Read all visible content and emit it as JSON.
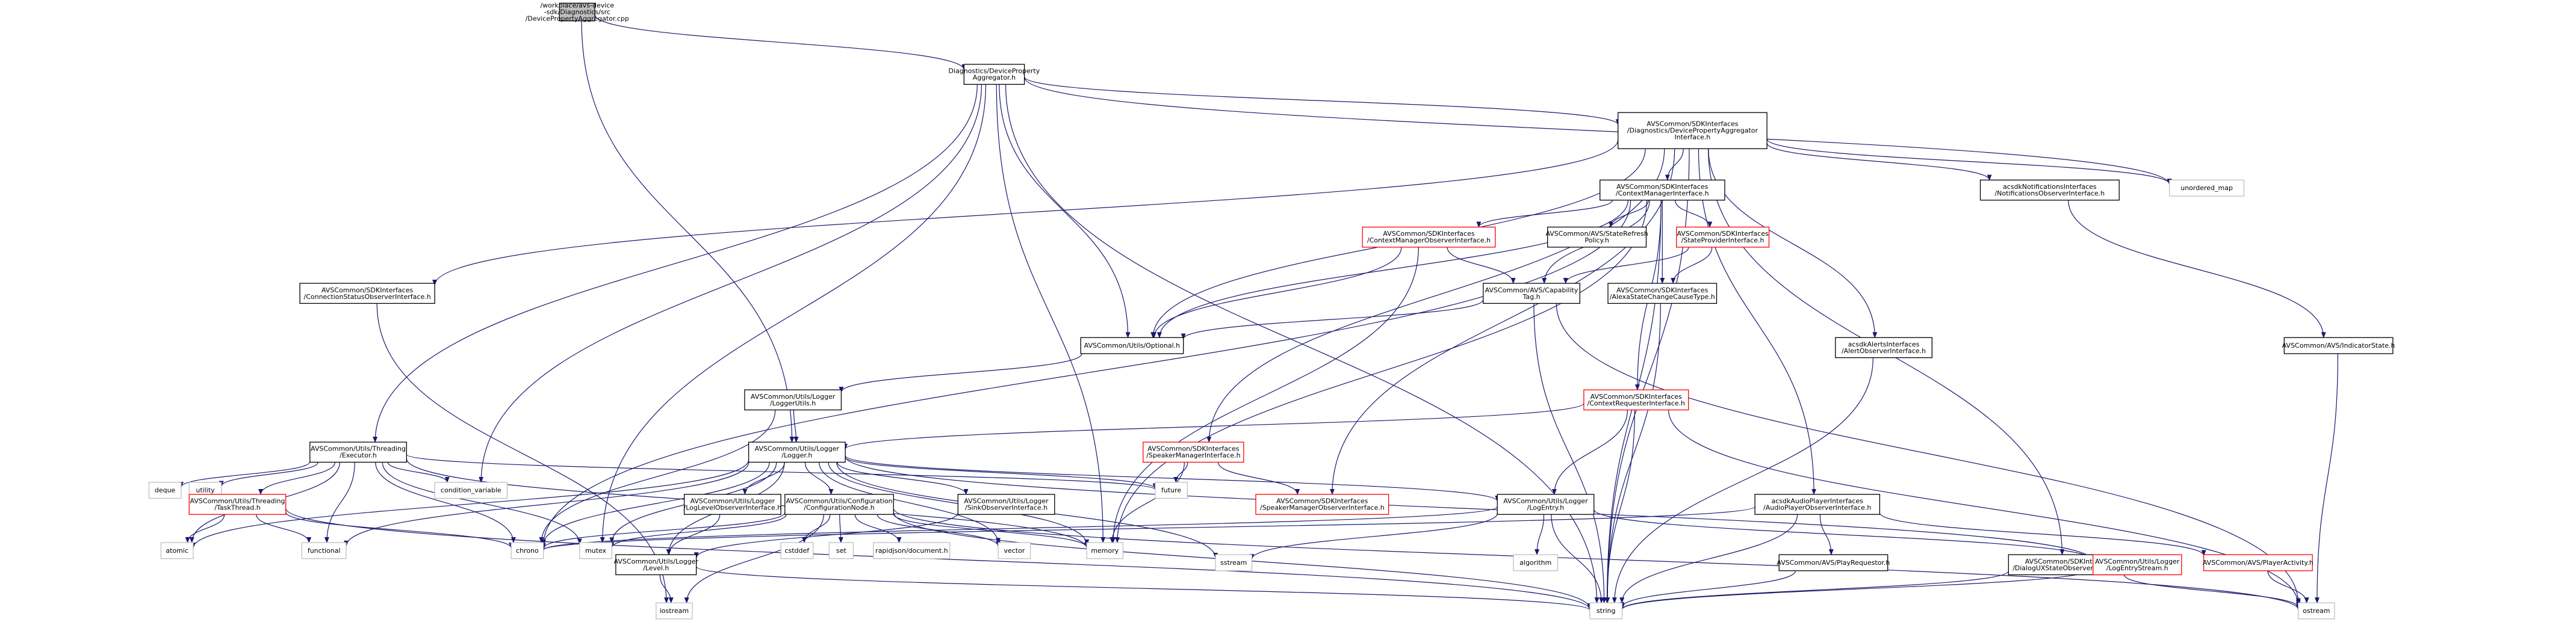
{
  "graph": {
    "colors": {
      "edge": "#191970",
      "border_default": "#000000",
      "border_red": "#ff0000",
      "border_gray": "#bfbfbf",
      "fill_root": "#bfbfbf",
      "fill_default": "#ffffff"
    },
    "nodes": [
      {
        "id": "root",
        "lines": [
          "/workplace/avs-device",
          "-sdk/Diagnostics/src",
          "/DevicePropertyAggregator.cpp"
        ],
        "style": "root"
      },
      {
        "id": "dpa",
        "lines": [
          "Diagnostics/DeviceProperty",
          "Aggregator.h"
        ],
        "style": "default"
      },
      {
        "id": "dpai",
        "lines": [
          "AVSCommon/SDKInterfaces",
          "/Diagnostics/DevicePropertyAggregator",
          "Interface.h"
        ],
        "style": "default"
      },
      {
        "id": "unordered_map",
        "lines": [
          "unordered_map"
        ],
        "style": "gray"
      },
      {
        "id": "cmi",
        "lines": [
          "AVSCommon/SDKInterfaces",
          "/ContextManagerInterface.h"
        ],
        "style": "default"
      },
      {
        "id": "noi",
        "lines": [
          "acsdkNotificationsInterfaces",
          "/NotificationsObserverInterface.h"
        ],
        "style": "default"
      },
      {
        "id": "csoi",
        "lines": [
          "AVSCommon/SDKInterfaces",
          "/ConnectionStatusObserverInterface.h"
        ],
        "style": "default"
      },
      {
        "id": "cmoi",
        "lines": [
          "AVSCommon/SDKInterfaces",
          "/ContextManagerObserverInterface.h"
        ],
        "style": "red"
      },
      {
        "id": "srp",
        "lines": [
          "AVSCommon/AVS/StateRefresh",
          "Policy.h"
        ],
        "style": "default"
      },
      {
        "id": "spi",
        "lines": [
          "AVSCommon/SDKInterfaces",
          "/StateProviderInterface.h"
        ],
        "style": "red"
      },
      {
        "id": "capTag",
        "lines": [
          "AVSCommon/AVS/Capability",
          "Tag.h"
        ],
        "style": "default"
      },
      {
        "id": "ascct",
        "lines": [
          "AVSCommon/SDKInterfaces",
          "/AlexaStateChangeCauseType.h"
        ],
        "style": "default"
      },
      {
        "id": "optional",
        "lines": [
          "AVSCommon/Utils/Optional.h"
        ],
        "style": "default"
      },
      {
        "id": "aoi",
        "lines": [
          "acsdkAlertsInterfaces",
          "/AlertObserverInterface.h"
        ],
        "style": "default"
      },
      {
        "id": "indicator",
        "lines": [
          "AVSCommon/AVS/IndicatorState.h"
        ],
        "style": "default"
      },
      {
        "id": "loggerUtils",
        "lines": [
          "AVSCommon/Utils/Logger",
          "/LoggerUtils.h"
        ],
        "style": "default"
      },
      {
        "id": "cri",
        "lines": [
          "AVSCommon/SDKInterfaces",
          "/ContextRequesterInterface.h"
        ],
        "style": "red"
      },
      {
        "id": "executor",
        "lines": [
          "AVSCommon/Utils/Threading",
          "/Executor.h"
        ],
        "style": "default"
      },
      {
        "id": "logger",
        "lines": [
          "AVSCommon/Utils/Logger",
          "/Logger.h"
        ],
        "style": "default"
      },
      {
        "id": "smi",
        "lines": [
          "AVSCommon/SDKInterfaces",
          "/SpeakerManagerInterface.h"
        ],
        "style": "red"
      },
      {
        "id": "deque",
        "lines": [
          "deque"
        ],
        "style": "gray"
      },
      {
        "id": "utility",
        "lines": [
          "utility"
        ],
        "style": "gray"
      },
      {
        "id": "condvar",
        "lines": [
          "condition_variable"
        ],
        "style": "gray"
      },
      {
        "id": "future",
        "lines": [
          "future"
        ],
        "style": "gray"
      },
      {
        "id": "taskThread",
        "lines": [
          "AVSCommon/Utils/Threading",
          "/TaskThread.h"
        ],
        "style": "red"
      },
      {
        "id": "lloi",
        "lines": [
          "AVSCommon/Utils/Logger",
          "/LogLevelObserverInterface.h"
        ],
        "style": "default"
      },
      {
        "id": "confNode",
        "lines": [
          "AVSCommon/Utils/Configuration",
          "/ConfigurationNode.h"
        ],
        "style": "default"
      },
      {
        "id": "sinkObs",
        "lines": [
          "AVSCommon/Utils/Logger",
          "/SinkObserverInterface.h"
        ],
        "style": "default"
      },
      {
        "id": "smoi",
        "lines": [
          "AVSCommon/SDKInterfaces",
          "/SpeakerManagerObserverInterface.h"
        ],
        "style": "red"
      },
      {
        "id": "logEntry",
        "lines": [
          "AVSCommon/Utils/Logger",
          "/LogEntry.h"
        ],
        "style": "default"
      },
      {
        "id": "apoi",
        "lines": [
          "acsdkAudioPlayerInterfaces",
          "/AudioPlayerObserverInterface.h"
        ],
        "style": "default"
      },
      {
        "id": "atomic",
        "lines": [
          "atomic"
        ],
        "style": "gray"
      },
      {
        "id": "functional",
        "lines": [
          "functional"
        ],
        "style": "gray"
      },
      {
        "id": "chrono",
        "lines": [
          "chrono"
        ],
        "style": "gray"
      },
      {
        "id": "mutex",
        "lines": [
          "mutex"
        ],
        "style": "gray"
      },
      {
        "id": "level",
        "lines": [
          "AVSCommon/Utils/Logger",
          "/Level.h"
        ],
        "style": "default"
      },
      {
        "id": "cstddef",
        "lines": [
          "cstddef"
        ],
        "style": "gray"
      },
      {
        "id": "set",
        "lines": [
          "set"
        ],
        "style": "gray"
      },
      {
        "id": "rapidjson",
        "lines": [
          "rapidjson/document.h"
        ],
        "style": "gray"
      },
      {
        "id": "vector",
        "lines": [
          "vector"
        ],
        "style": "gray"
      },
      {
        "id": "memory",
        "lines": [
          "memory"
        ],
        "style": "gray"
      },
      {
        "id": "sstream",
        "lines": [
          "sstream"
        ],
        "style": "gray"
      },
      {
        "id": "algorithm",
        "lines": [
          "algorithm"
        ],
        "style": "gray"
      },
      {
        "id": "playReq",
        "lines": [
          "AVSCommon/AVS/PlayRequestor.h"
        ],
        "style": "default"
      },
      {
        "id": "duxsoi",
        "lines": [
          "AVSCommon/SDKInterfaces",
          "/DialogUXStateObserverInterface.h"
        ],
        "style": "default"
      },
      {
        "id": "logEntryStream",
        "lines": [
          "AVSCommon/Utils/Logger",
          "/LogEntryStream.h"
        ],
        "style": "red"
      },
      {
        "id": "playerActivity",
        "lines": [
          "AVSCommon/AVS/PlayerActivity.h"
        ],
        "style": "red"
      },
      {
        "id": "iostream",
        "lines": [
          "iostream"
        ],
        "style": "gray"
      },
      {
        "id": "string",
        "lines": [
          "string"
        ],
        "style": "gray"
      },
      {
        "id": "ostream",
        "lines": [
          "ostream"
        ],
        "style": "gray"
      }
    ],
    "edges": [
      [
        "root",
        "dpa"
      ],
      [
        "root",
        "logger"
      ],
      [
        "dpa",
        "dpai"
      ],
      [
        "dpa",
        "unordered_map"
      ],
      [
        "dpa",
        "optional"
      ],
      [
        "dpa",
        "executor"
      ],
      [
        "dpa",
        "condvar"
      ],
      [
        "dpa",
        "mutex"
      ],
      [
        "dpa",
        "memory"
      ],
      [
        "dpa",
        "string"
      ],
      [
        "dpai",
        "cmi"
      ],
      [
        "dpai",
        "noi"
      ],
      [
        "dpai",
        "csoi"
      ],
      [
        "dpai",
        "unordered_map"
      ],
      [
        "dpai",
        "optional"
      ],
      [
        "dpai",
        "smi"
      ],
      [
        "dpai",
        "smoi"
      ],
      [
        "dpai",
        "aoi"
      ],
      [
        "dpai",
        "apoi"
      ],
      [
        "dpai",
        "duxsoi"
      ],
      [
        "dpai",
        "string"
      ],
      [
        "cmi",
        "cmoi"
      ],
      [
        "cmi",
        "srp"
      ],
      [
        "cmi",
        "spi"
      ],
      [
        "cmi",
        "capTag"
      ],
      [
        "cmi",
        "ascct"
      ],
      [
        "cmi",
        "optional"
      ],
      [
        "cmi",
        "cri"
      ],
      [
        "cmi",
        "chrono"
      ],
      [
        "cmi",
        "memory"
      ],
      [
        "cmi",
        "string"
      ],
      [
        "noi",
        "indicator"
      ],
      [
        "csoi",
        "iostream"
      ],
      [
        "cmoi",
        "capTag"
      ],
      [
        "cmoi",
        "optional"
      ],
      [
        "cmoi",
        "memory"
      ],
      [
        "spi",
        "capTag"
      ],
      [
        "spi",
        "ascct"
      ],
      [
        "capTag",
        "optional"
      ],
      [
        "capTag",
        "ostream"
      ],
      [
        "capTag",
        "string"
      ],
      [
        "ascct",
        "string"
      ],
      [
        "optional",
        "loggerUtils"
      ],
      [
        "aoi",
        "string"
      ],
      [
        "indicator",
        "ostream"
      ],
      [
        "loggerUtils",
        "logger"
      ],
      [
        "loggerUtils",
        "chrono"
      ],
      [
        "cri",
        "logger"
      ],
      [
        "cri",
        "logEntry"
      ],
      [
        "cri",
        "string"
      ],
      [
        "cri",
        "ostream"
      ],
      [
        "executor",
        "deque"
      ],
      [
        "executor",
        "utility"
      ],
      [
        "executor",
        "condvar"
      ],
      [
        "executor",
        "taskThread"
      ],
      [
        "executor",
        "atomic"
      ],
      [
        "executor",
        "functional"
      ],
      [
        "executor",
        "chrono"
      ],
      [
        "executor",
        "mutex"
      ],
      [
        "executor",
        "future"
      ],
      [
        "executor",
        "memory"
      ],
      [
        "logger",
        "atomic"
      ],
      [
        "logger",
        "chrono"
      ],
      [
        "logger",
        "mutex"
      ],
      [
        "logger",
        "lloi"
      ],
      [
        "logger",
        "confNode"
      ],
      [
        "logger",
        "sinkObs"
      ],
      [
        "logger",
        "level"
      ],
      [
        "logger",
        "logEntry"
      ],
      [
        "logger",
        "vector"
      ],
      [
        "logger",
        "memory"
      ],
      [
        "logger",
        "sstream"
      ],
      [
        "logger",
        "functional"
      ],
      [
        "logger",
        "future"
      ],
      [
        "logger",
        "logEntryStream"
      ],
      [
        "smi",
        "future"
      ],
      [
        "smi",
        "smoi"
      ],
      [
        "smi",
        "memory"
      ],
      [
        "taskThread",
        "atomic"
      ],
      [
        "taskThread",
        "functional"
      ],
      [
        "taskThread",
        "chrono"
      ],
      [
        "taskThread",
        "string"
      ],
      [
        "lloi",
        "level"
      ],
      [
        "confNode",
        "cstddef"
      ],
      [
        "confNode",
        "set"
      ],
      [
        "confNode",
        "rapidjson"
      ],
      [
        "confNode",
        "vector"
      ],
      [
        "confNode",
        "memory"
      ],
      [
        "confNode",
        "chrono"
      ],
      [
        "confNode",
        "mutex"
      ],
      [
        "confNode",
        "string"
      ],
      [
        "confNode",
        "iostream"
      ],
      [
        "confNode",
        "ostream"
      ],
      [
        "sinkObs",
        "level"
      ],
      [
        "logEntry",
        "algorithm"
      ],
      [
        "logEntry",
        "sstream"
      ],
      [
        "logEntry",
        "string"
      ],
      [
        "logEntry",
        "logEntryStream"
      ],
      [
        "logEntry",
        "chrono"
      ],
      [
        "apoi",
        "playReq"
      ],
      [
        "apoi",
        "playerActivity"
      ],
      [
        "apoi",
        "chrono"
      ],
      [
        "apoi",
        "string"
      ],
      [
        "level",
        "iostream"
      ],
      [
        "level",
        "string"
      ],
      [
        "playReq",
        "string"
      ],
      [
        "duxsoi",
        "string"
      ],
      [
        "duxsoi",
        "ostream"
      ],
      [
        "logEntryStream",
        "string"
      ],
      [
        "playerActivity",
        "ostream"
      ]
    ]
  }
}
